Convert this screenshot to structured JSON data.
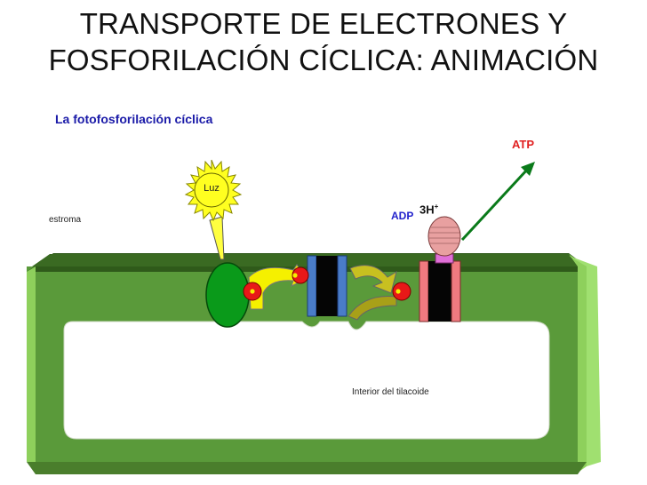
{
  "title_line1": "TRANSPORTE DE ELECTRONES Y",
  "title_line2": "FOSFORILACIÓN CÍCLICA: ANIMACIÓN",
  "subtitle": "La fotofosforilación cíclica",
  "labels": {
    "estroma": "estroma",
    "interior": "Interior del tilacoide",
    "luz": "Luz",
    "atp": "ATP",
    "adp": "ADP",
    "protons": "3H",
    "protons_charge": "+"
  },
  "colors": {
    "membrane": "#5a9a3a",
    "membrane_dark": "#3e6e26",
    "membrane_light": "#8ed05c",
    "photosystem": "#0a9a1a",
    "cytochrome_blue": "#4a7cc8",
    "atp_synthase": "#f07a80",
    "electron_carrier": "#e81818",
    "flow_arrow": "#f5f000",
    "sun": "#ffff20",
    "atp_arrow": "#0a7a1a"
  },
  "icons": {
    "sun": "sun-icon",
    "electron": "electron-carrier-icon",
    "ball": "proton-ball-icon"
  }
}
